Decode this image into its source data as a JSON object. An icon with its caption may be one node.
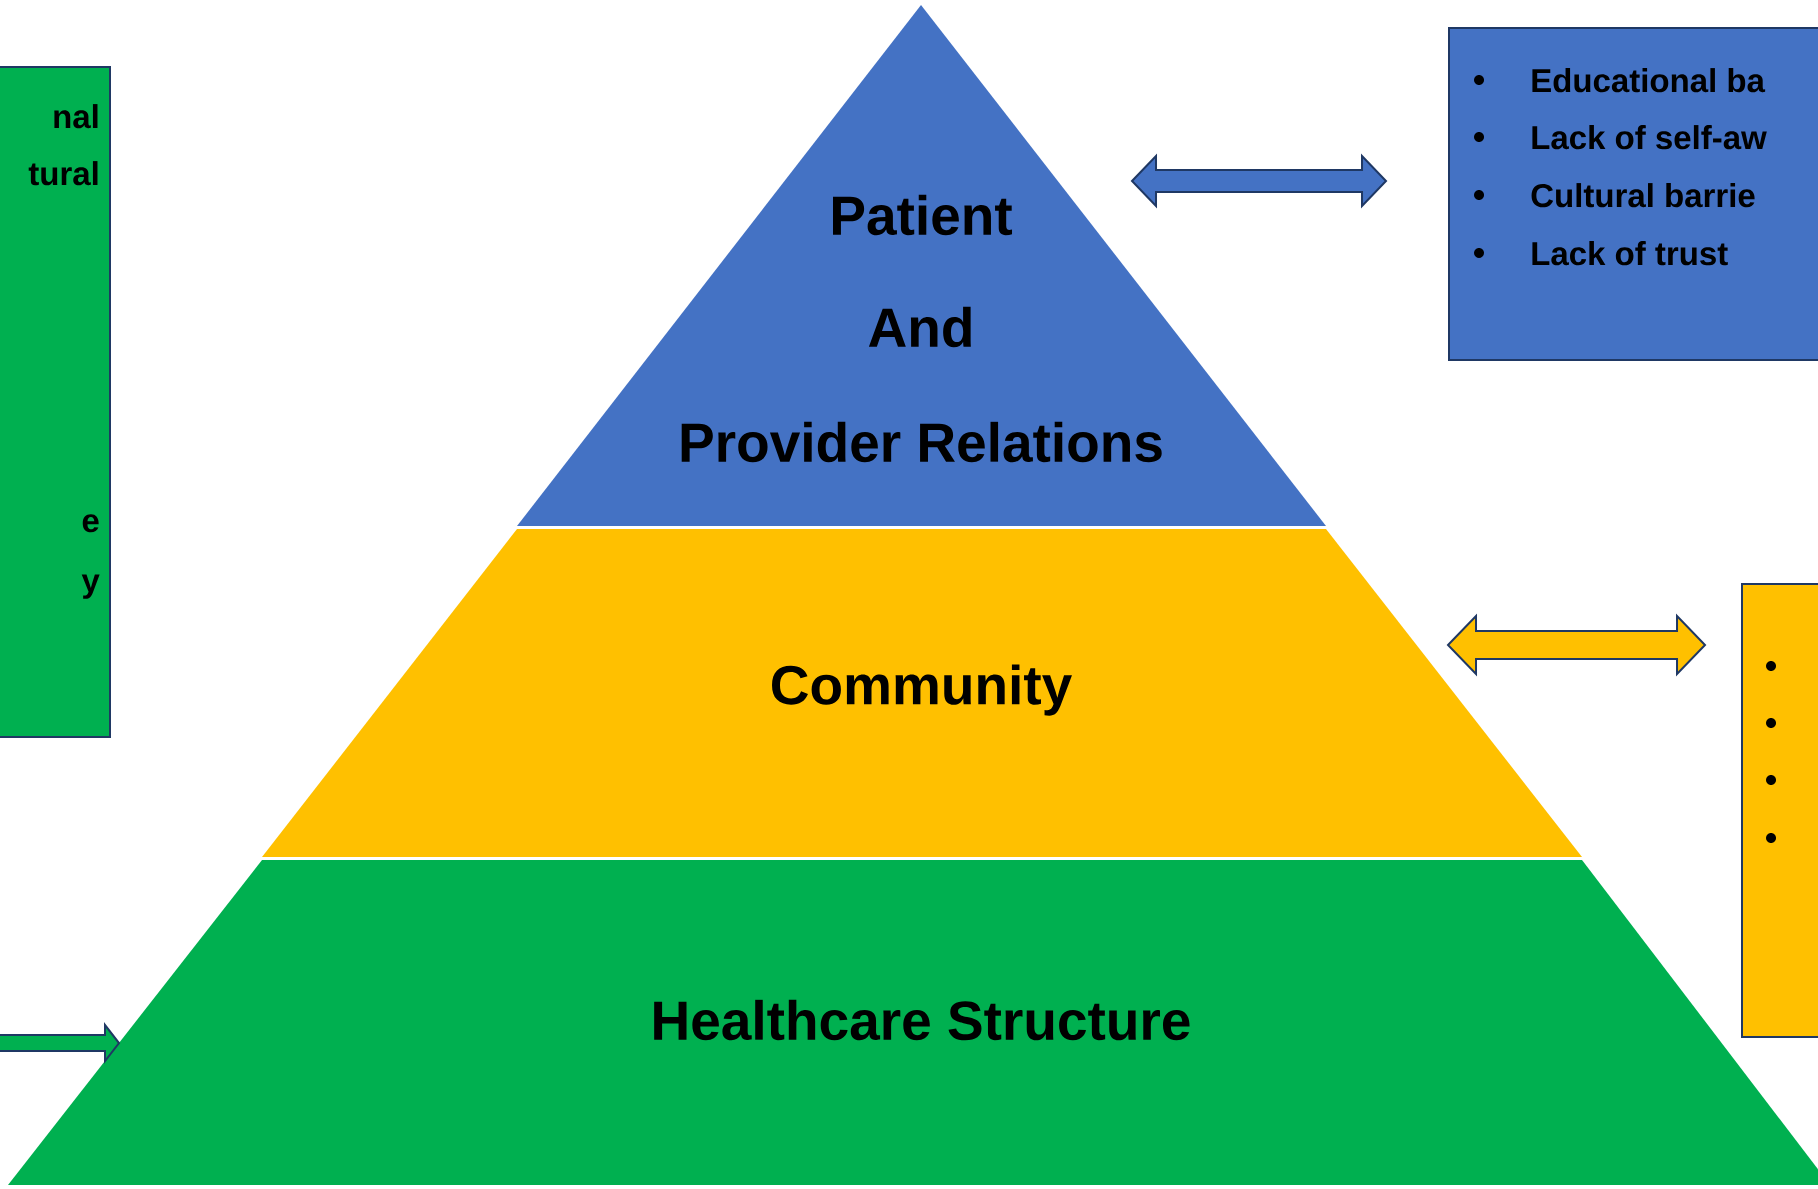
{
  "diagram": {
    "nodes": [
      {
        "text": [
          "Patient",
          "And",
          "Provider Relations"
        ]
      },
      {
        "text": [
          "Community"
        ]
      },
      {
        "text": [
          "Healthcare Structure"
        ]
      },
      {
        "text": [
          "Educational ba",
          "Lack of self-aw",
          "Cultural barrie",
          "Lack of trust"
        ]
      },
      {
        "text": [],
        "shape": "box"
      },
      {
        "text": [
          "nal",
          "tural",
          "e",
          "y"
        ]
      }
    ],
    "edges": [
      {
        "from": 0,
        "to": 3,
        "arrow": "both",
        "color": "#4472c4"
      },
      {
        "from": 1,
        "to": 4,
        "arrow": "both",
        "color": "#ffc000"
      },
      {
        "from": null,
        "to": 2,
        "arrow": "to",
        "color": "#00b050"
      }
    ]
  }
}
